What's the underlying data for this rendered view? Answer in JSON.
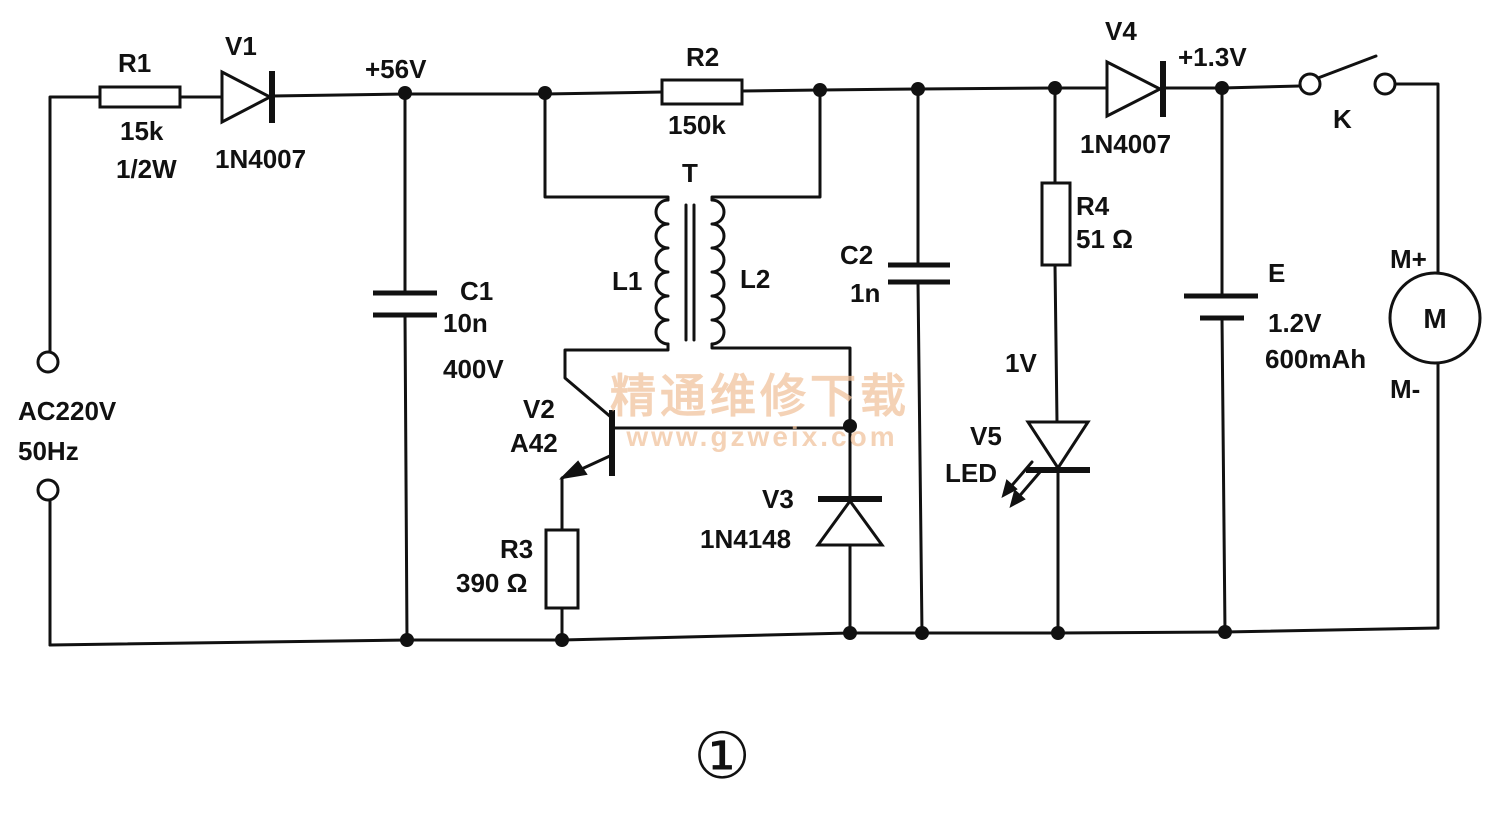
{
  "source": {
    "voltage": "AC220V",
    "frequency": "50Hz"
  },
  "r1": {
    "ref": "R1",
    "value": "15k",
    "rating": "1/2W"
  },
  "v1": {
    "ref": "V1",
    "part": "1N4007"
  },
  "node_56v": "+56V",
  "c1": {
    "ref": "C1",
    "value": "10n",
    "rating": "400V"
  },
  "r2": {
    "ref": "R2",
    "value": "150k"
  },
  "transformer": {
    "ref": "T",
    "primary": "L1",
    "secondary": "L2"
  },
  "v2": {
    "ref": "V2",
    "part": "A42"
  },
  "r3": {
    "ref": "R3",
    "value": "390 Ω"
  },
  "v3": {
    "ref": "V3",
    "part": "1N4148"
  },
  "c2": {
    "ref": "C2",
    "value": "1n"
  },
  "v4": {
    "ref": "V4",
    "part": "1N4007"
  },
  "node_13v": "+1.3V",
  "r4": {
    "ref": "R4",
    "value": "51 Ω"
  },
  "led": {
    "ref": "V5",
    "part": "LED",
    "voltage": "1V"
  },
  "battery": {
    "ref": "E",
    "voltage": "1.2V",
    "capacity": "600mAh"
  },
  "switch": {
    "ref": "K"
  },
  "motor": {
    "symbol": "M",
    "plus": "M+",
    "minus": "M-"
  },
  "watermark": {
    "name": "精通维修下载",
    "url": "www.gzweix.com"
  },
  "figure_number": "①"
}
